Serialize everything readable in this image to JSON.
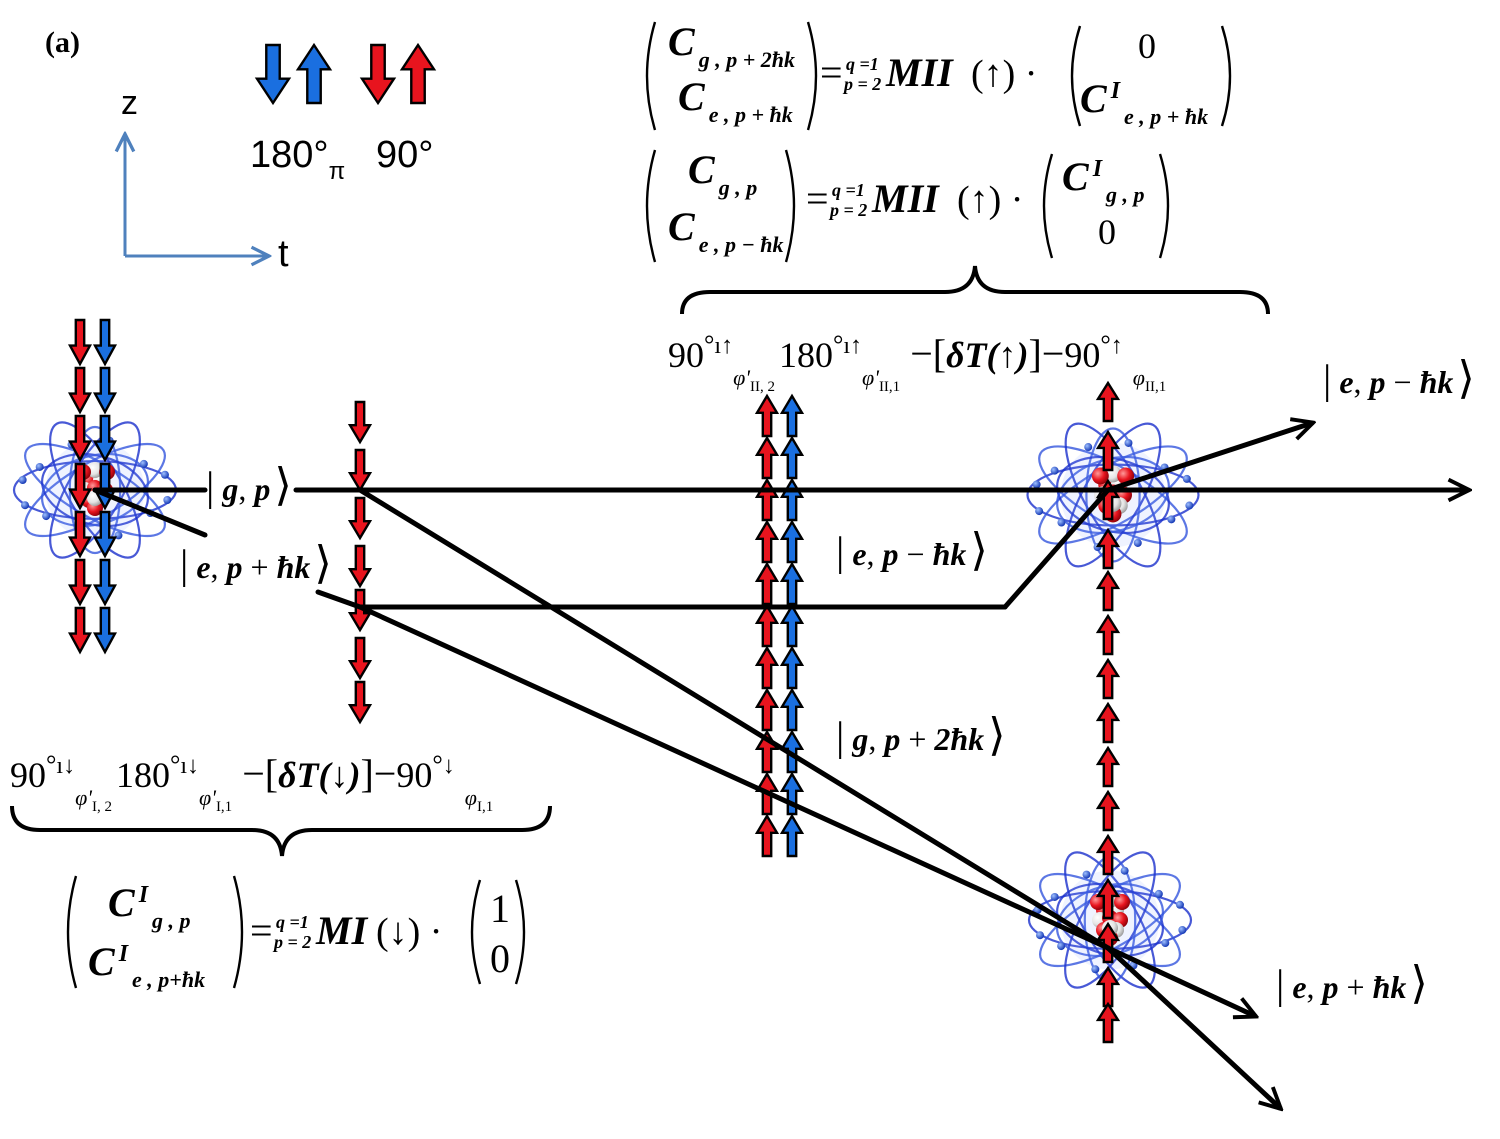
{
  "panel_label": "(a)",
  "axes": {
    "vertical": "z",
    "horizontal": "t"
  },
  "legend": {
    "pi_pulse": {
      "text": "180°",
      "subscript": "π"
    },
    "half_pulse": {
      "text": "90°"
    }
  },
  "colors": {
    "red": "#e8141e",
    "blue": "#1a6fe0",
    "axis": "#4f81bd",
    "line": "#000000"
  },
  "states": {
    "g_p": {
      "a": "g",
      "b": "p",
      "op": "",
      "c": ""
    },
    "e_p_plus_hk_top": {
      "a": "e",
      "b": "p",
      "op": "+",
      "c": "ħk"
    },
    "e_p_minus_hk_mid": {
      "a": "e",
      "b": "p",
      "op": "−",
      "c": "ħk"
    },
    "g_p_plus_2hk": {
      "a": "g",
      "b": "p",
      "op": "+",
      "c": "2ħk"
    },
    "e_p_minus_hk_out": {
      "a": "e",
      "b": "p",
      "op": "−",
      "c": "ħk"
    },
    "e_p_plus_hk_out": {
      "a": "e",
      "b": "p",
      "op": "+",
      "c": "ħk"
    }
  },
  "sequence_down": {
    "n1": "90",
    "s1": "φ'",
    "sub1": "I, 2",
    "n2": "180",
    "s2": "φ'",
    "sub2": "I,1",
    "mid": "δT(↓)",
    "n3": "90",
    "s3": "φ",
    "sub3": "I,1",
    "arrow": "↓"
  },
  "sequence_up": {
    "n1": "90",
    "s1": "φ'",
    "sub1": "II, 2",
    "n2": "180",
    "s2": "φ'",
    "sub2": "II,1",
    "mid": "δT(↑)",
    "n3": "90",
    "s3": "φ",
    "sub3": "II,1",
    "arrow": "↑"
  },
  "eq_bottom": {
    "lhs_top": {
      "C": "C",
      "sup": "I",
      "sub": "g , p"
    },
    "lhs_bot": {
      "C": "C",
      "sup": "I",
      "sub": "e , p+ħk"
    },
    "q": "q =1",
    "p": "p = 2",
    "M": "MI",
    "arg": "(↓)",
    "rhs": [
      "1",
      "0"
    ]
  },
  "eq_top1": {
    "lhs_top": {
      "C": "C",
      "sub": "g , p + 2ħk"
    },
    "lhs_bot": {
      "C": "C",
      "sub": "e , p + ħk"
    },
    "q": "q =1",
    "p": "p = 2",
    "M": "MII",
    "arg": "(↑)",
    "rhs_top": "0",
    "rhs_bot": {
      "C": "C",
      "sup": "I",
      "sub": "e , p + ħk"
    }
  },
  "eq_top2": {
    "lhs_top": {
      "C": "C",
      "sub": "g , p"
    },
    "lhs_bot": {
      "C": "C",
      "sub": "e , p − ħk"
    },
    "q": "q =1",
    "p": "p = 2",
    "M": "MII",
    "arg": "(↑)",
    "rhs_top": {
      "C": "C",
      "sup": "I",
      "sub": "g , p"
    },
    "rhs_bot": "0"
  }
}
